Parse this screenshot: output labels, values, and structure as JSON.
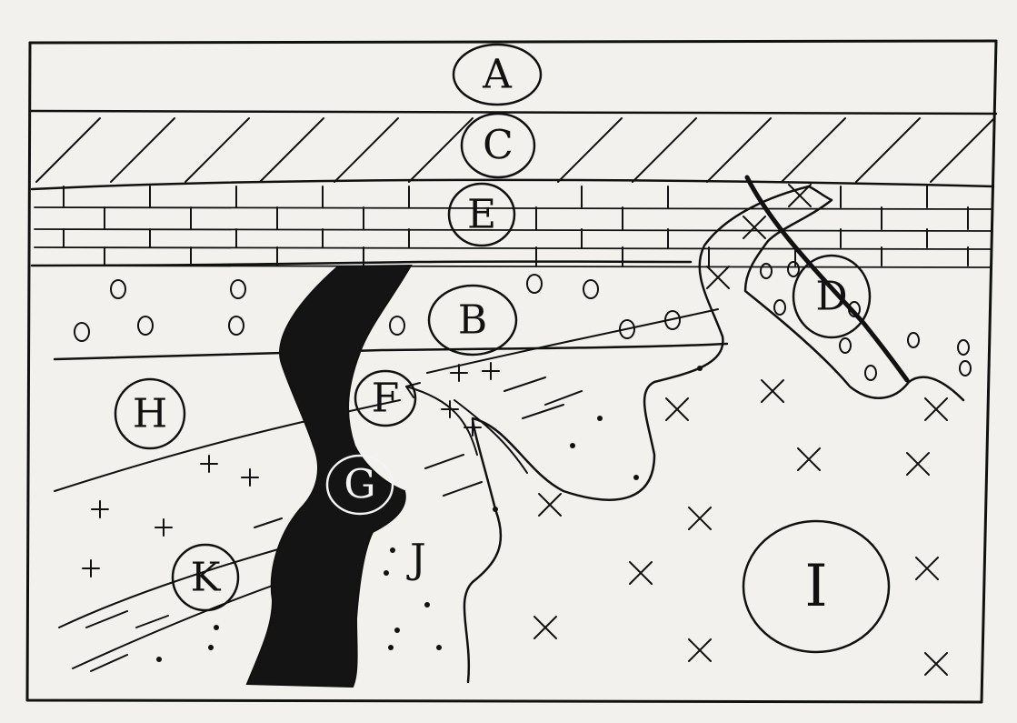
{
  "diagram": {
    "labels": {
      "A": "A",
      "B": "B",
      "C": "C",
      "E": "E",
      "F": "F",
      "G": "G",
      "H": "H",
      "I": "I",
      "J": "J",
      "K": "K",
      "D": "D"
    }
  }
}
